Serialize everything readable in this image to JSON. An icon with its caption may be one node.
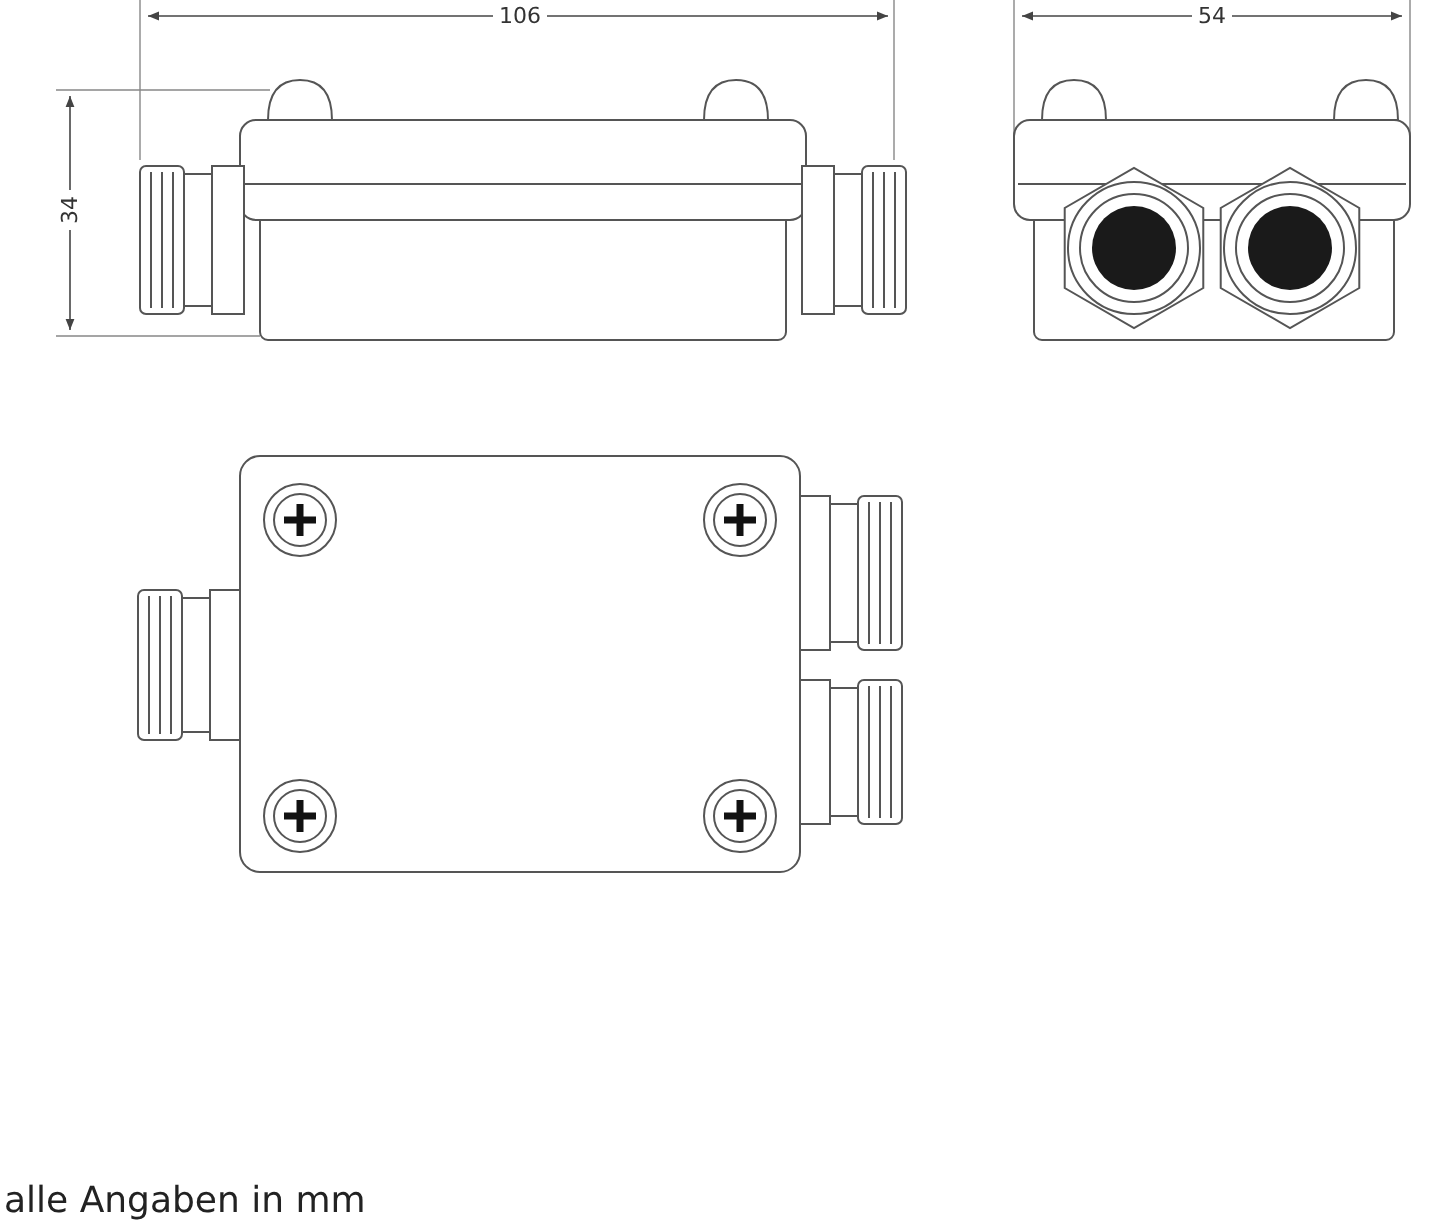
{
  "diagram": {
    "labels": [
      "106",
      "54",
      "34"
    ],
    "caption": "alle Angaben in mm"
  }
}
